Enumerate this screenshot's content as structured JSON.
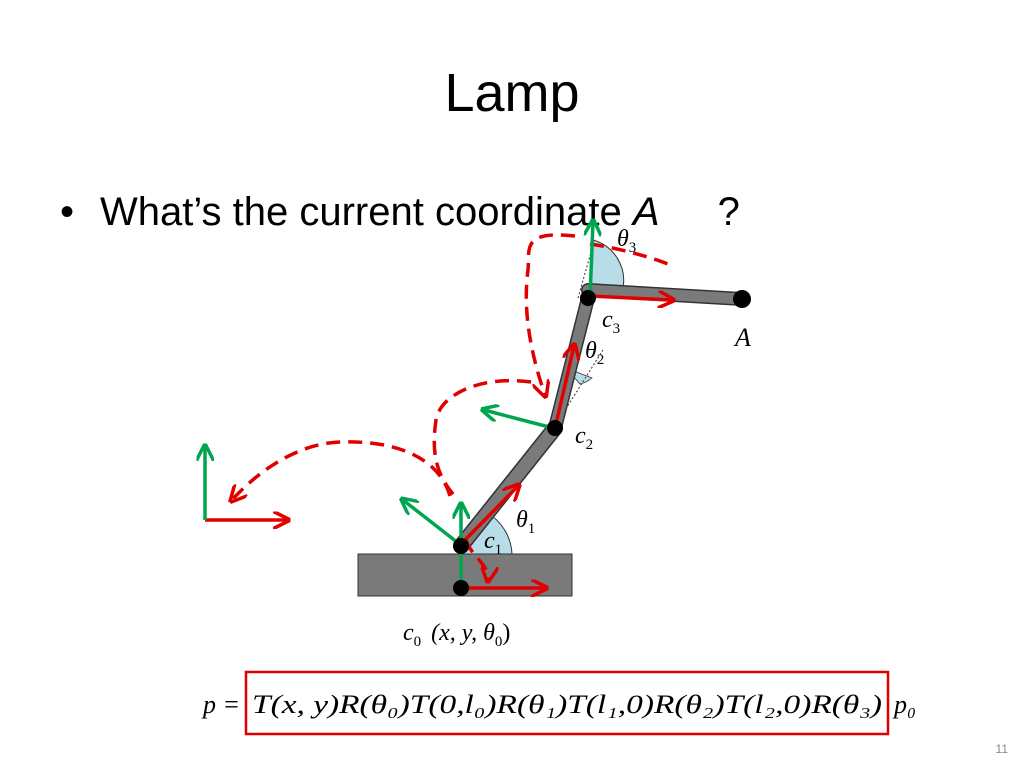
{
  "slide": {
    "title": "Lamp",
    "bullet_symbol": "•",
    "bullet_text": "What’s the current coordinate",
    "bullet_var": "A",
    "bullet_end": "?",
    "slide_number": "11"
  },
  "diagram": {
    "labels": {
      "theta": "θ",
      "sub1": "1",
      "sub2": "2",
      "sub3": "3",
      "c": "c",
      "sub0": "0",
      "point_A": "A",
      "c0_coords": "(x, y, θ",
      "c0_coords_sub": "0",
      "c0_coords_close": ")"
    },
    "colors": {
      "link": "#7a7a7a",
      "axis_x": "#ff0000",
      "axis_y": "#00a550",
      "dashed_path": "#e00000",
      "angle_fill": "#b7dde8",
      "box_border": "#e00000"
    }
  },
  "formula": {
    "lhs": "p =",
    "boxed": "T(x, y)R(θ₀)T(0,l₀)R(θ₁)T(l₁,0)R(θ₂)T(l₂,0)R(θ₃)",
    "rhs": "p₀"
  }
}
